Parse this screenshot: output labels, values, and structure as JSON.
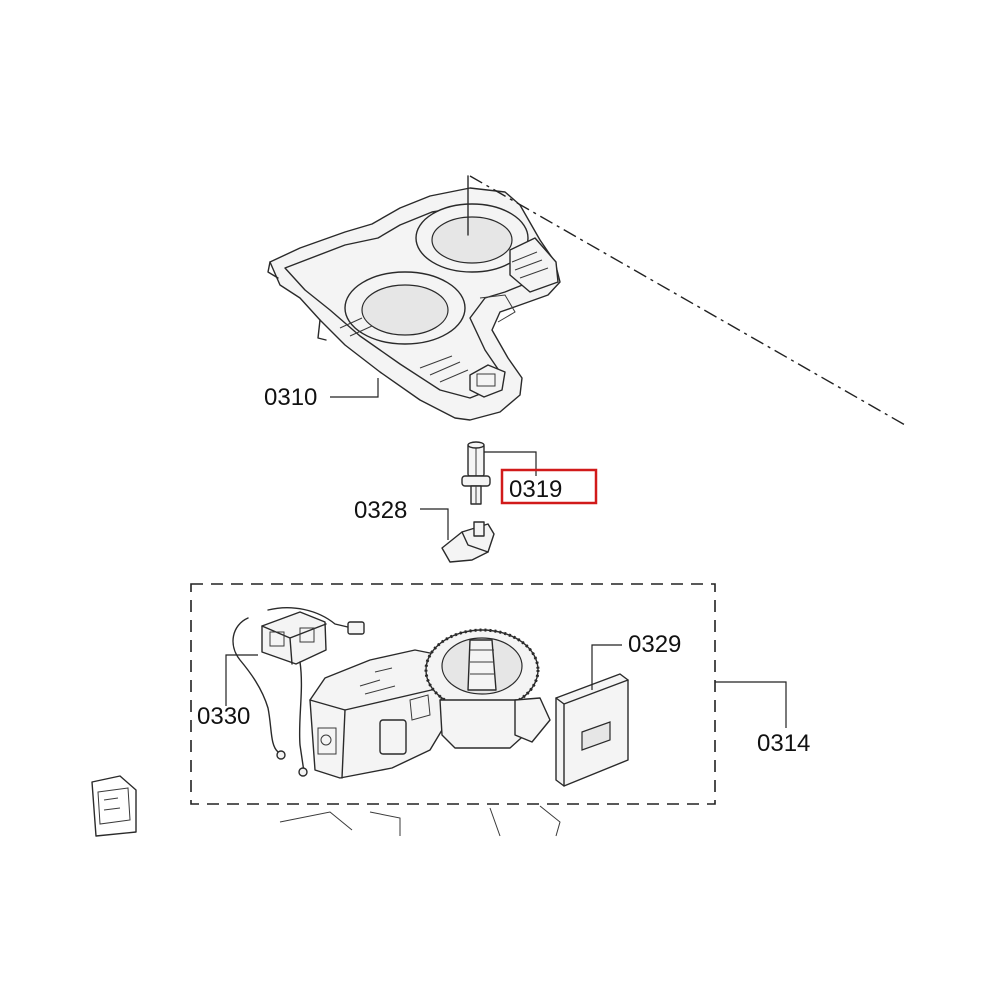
{
  "parts": {
    "p0310": {
      "label": "0310"
    },
    "p0319": {
      "label": "0319"
    },
    "p0328": {
      "label": "0328"
    },
    "p0329": {
      "label": "0329"
    },
    "p0330": {
      "label": "0330"
    },
    "p0314": {
      "label": "0314"
    }
  },
  "highlight": {
    "part": "0319",
    "color": "#d11a1a"
  }
}
